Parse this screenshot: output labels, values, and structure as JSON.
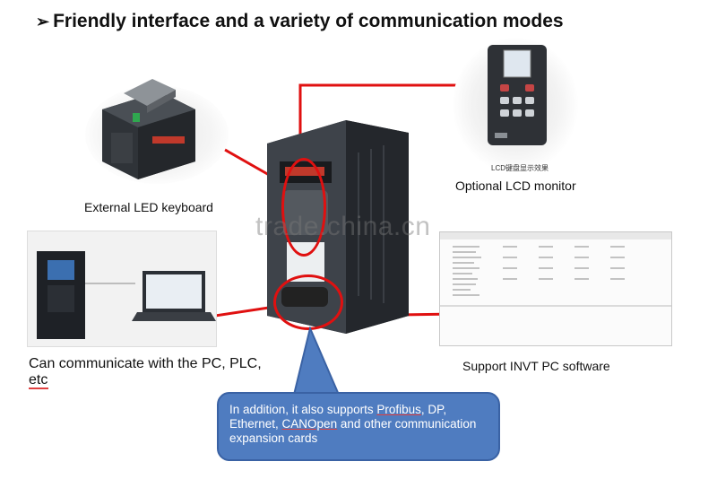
{
  "title": {
    "bullet": "➢",
    "text": "Friendly interface and a variety of communication modes"
  },
  "captions": {
    "external_keyboard": "External LED keyboard",
    "lcd_small_text": "LCD键盘显示效果",
    "lcd_monitor": "Optional LCD monitor",
    "pc_plc": "Can communicate with the PC, PLC,",
    "pc_plc_etc": "etc",
    "pc_software": "Support INVT PC software"
  },
  "watermark": "trade.china.cn",
  "callout": {
    "part1": "In addition, it also supports ",
    "profibus": "Profibus",
    "part2": ", DP, Ethernet, ",
    "canopen": "CANOpen",
    "part3": " and other communication expansion cards"
  },
  "colors": {
    "accent_line": "#e01010",
    "callout_fill": "#4f7cc0",
    "device_body": "#3c4046"
  }
}
